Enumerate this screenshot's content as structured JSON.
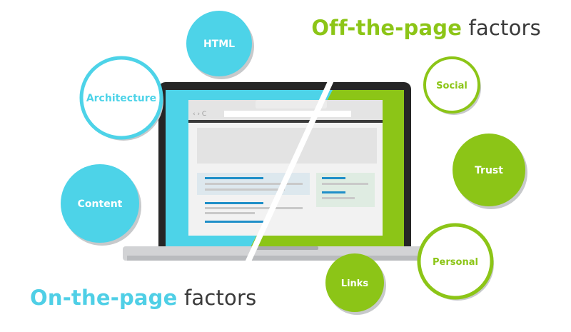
{
  "headings": {
    "off_page": {
      "bold": "Off-the-page",
      "rest": "factors"
    },
    "on_page": {
      "bold": "On-the-page",
      "rest": "factors"
    }
  },
  "on_page_factors": [
    "Architecture",
    "HTML",
    "Content"
  ],
  "off_page_factors": [
    "Social",
    "Trust",
    "Personal",
    "Links"
  ],
  "browser": {
    "nav_glyphs": "‹ › C"
  },
  "colors": {
    "cyan": "#4dd3e8",
    "green": "#8cc517",
    "laptop_frame": "#262626",
    "laptop_base": "#d2d3d5",
    "shadow": "#c7c9cb"
  }
}
